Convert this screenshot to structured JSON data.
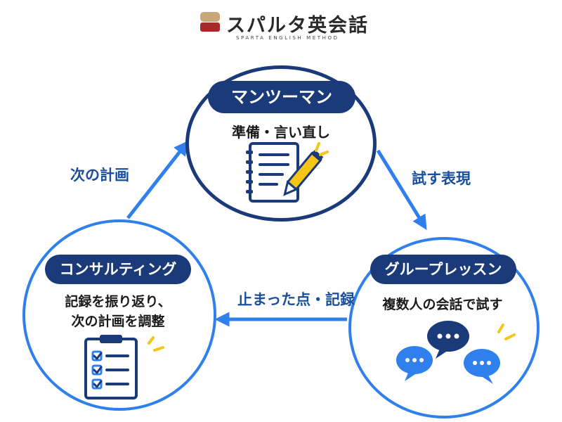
{
  "brand": {
    "name": "スパルタ英会話",
    "tagline": "SPARTA ENGLISH METHOD"
  },
  "cycle": {
    "manToMan": {
      "title": "マンツーマン",
      "description": "準備・言い直し",
      "icon": "notebook-pencil-icon"
    },
    "groupLesson": {
      "title": "グループレッスン",
      "description": "複数人の会話で試す",
      "icon": "speech-bubbles-icon"
    },
    "consulting": {
      "title": "コンサルティング",
      "description_line1": "記録を振り返り、",
      "description_line2": "次の計画を調整",
      "icon": "clipboard-checklist-icon"
    },
    "arrows": {
      "toGroup": "試す表現",
      "toConsulting": "止まった点・記録",
      "toManToMan": "次の計画"
    }
  },
  "colors": {
    "navy": "#1b3a7a",
    "blue": "#2f80ed",
    "accent_yellow": "#f5c518",
    "logo_red": "#a52a2a",
    "logo_tan": "#c8a77a"
  }
}
